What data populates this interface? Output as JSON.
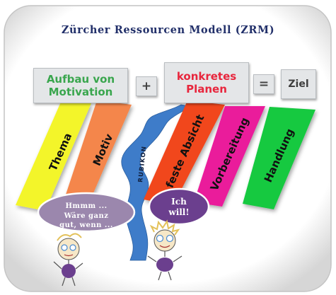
{
  "title": "Zürcher Ressourcen Modell (ZRM)",
  "boxes": {
    "motivation": "Aufbau von\nMotivation",
    "plus": "+",
    "planen": "konkretes\nPlanen",
    "equals": "=",
    "ziel": "Ziel"
  },
  "stripes": [
    {
      "label": "Thema",
      "color": "#f3f52c"
    },
    {
      "label": "Motiv",
      "color": "#f4864c"
    },
    {
      "label": "feste Absicht",
      "color": "#f1471e"
    },
    {
      "label": "Vorbereitung",
      "color": "#ea1e9b"
    },
    {
      "label": "Handlung",
      "color": "#12c93f"
    }
  ],
  "river": {
    "label": "RUBIKON",
    "color": "#3e7cc9"
  },
  "bubbles": {
    "thinking": "Hmmm ...\nWäre ganz\ngut, wenn ...",
    "will": "Ich\nwill!"
  },
  "colors": {
    "title": "#22306a",
    "motivation_text": "#3aa64e",
    "planen_text": "#e8263d",
    "bubble_fill": "#9b87ad",
    "figure_body": "#6b3f8e"
  }
}
